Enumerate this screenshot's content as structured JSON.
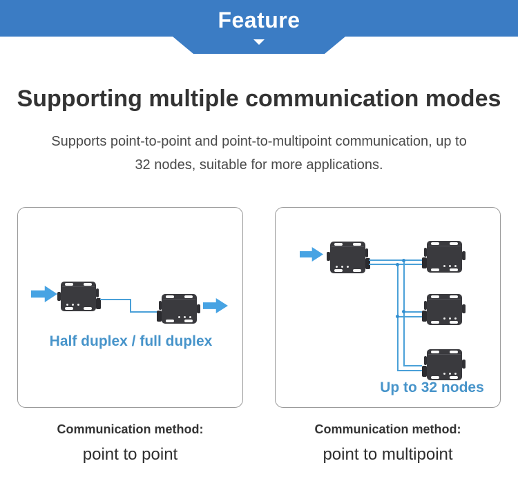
{
  "banner": {
    "title": "Feature"
  },
  "section": {
    "heading": "Supporting multiple communication modes",
    "subtitle_line1": "Supports point-to-point and point-to-multipoint communication, up to",
    "subtitle_line2": "32 nodes, suitable for more applications."
  },
  "panels": [
    {
      "name": "point-to-point",
      "diagram_label": "Half duplex / full duplex",
      "method_label": "Communication method:",
      "method_value": "point to point"
    },
    {
      "name": "point-to-multipoint",
      "diagram_label": "Up to 32 nodes",
      "method_label": "Communication method:",
      "method_value": "point to multipoint"
    }
  ],
  "icons": {
    "banner_pointer": "chevron-down-icon",
    "flow": "arrow-right-icon"
  },
  "colors": {
    "banner_blue": "#3b7cc4",
    "diagram_blue": "#47a3e3",
    "wire_blue": "#4aa0d8",
    "dot_blue": "#338fd0",
    "label_blue": "#4794ca",
    "device_dark": "#3a3a3e",
    "heading_dark": "#333333"
  }
}
